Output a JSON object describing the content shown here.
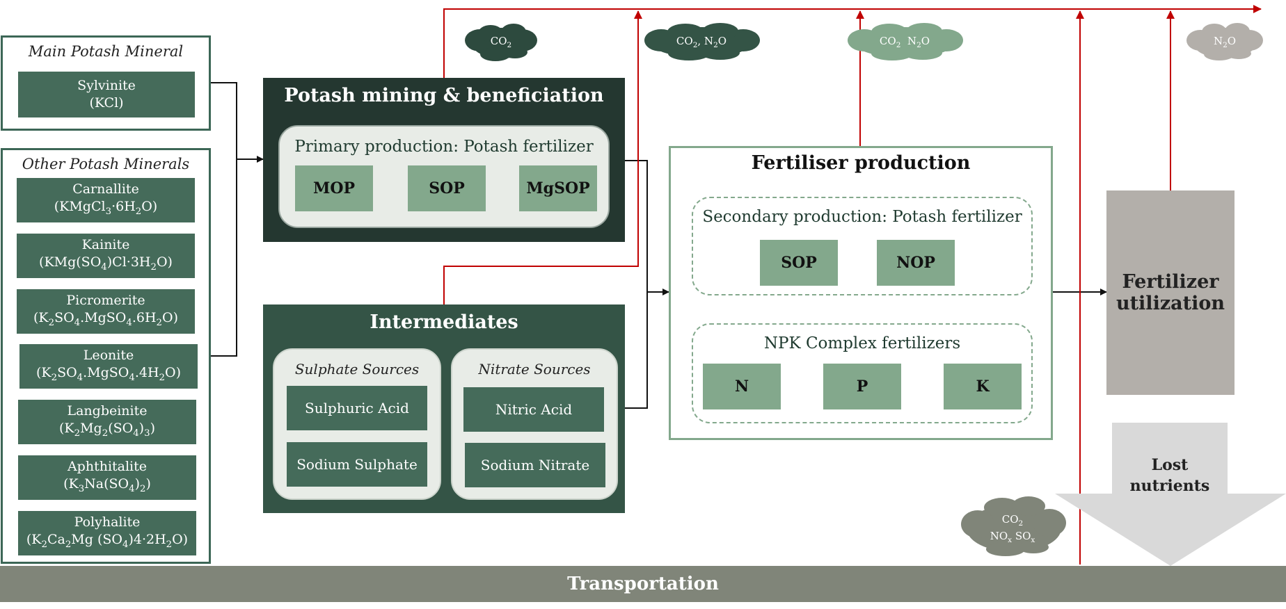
{
  "main_mineral": {
    "title": "Main Potash Mineral",
    "name": "Sylvinite",
    "formula": "(KCl)"
  },
  "other_minerals": {
    "title": "Other Potash Minerals",
    "items": [
      {
        "name": "Carnallite",
        "formula_html": "(KMgCl<sub>3</sub>·6H<sub>2</sub>O)"
      },
      {
        "name": "Kainite",
        "formula_html": "(KMg(SO<sub>4</sub>)Cl·3H<sub>2</sub>O)"
      },
      {
        "name": "Picromerite",
        "formula_html": "(K<sub>2</sub>SO<sub>4</sub>.MgSO<sub>4</sub>.6H<sub>2</sub>O)"
      },
      {
        "name": "Leonite",
        "formula_html": "(K<sub>2</sub>SO<sub>4</sub>.MgSO<sub>4</sub>.4H<sub>2</sub>O)"
      },
      {
        "name": "Langbeinite",
        "formula_html": "(K<sub>2</sub>Mg<sub>2</sub>(SO<sub>4</sub>)<sub>3</sub>)"
      },
      {
        "name": "Aphthitalite",
        "formula_html": "(K<sub>3</sub>Na(SO<sub>4</sub>)<sub>2</sub>)"
      },
      {
        "name": "Polyhalite",
        "formula_html": "(K<sub>2</sub>Ca<sub>2</sub>Mg (SO<sub>4</sub>)4·2H<sub>2</sub>O)"
      }
    ]
  },
  "mining": {
    "title": "Potash mining & beneficiation",
    "primary_title": "Primary production: Potash fertilizer",
    "products": [
      "MOP",
      "SOP",
      "MgSOP"
    ]
  },
  "intermediates": {
    "title": "Intermediates",
    "sulphate": {
      "title": "Sulphate Sources",
      "items": [
        "Sulphuric Acid",
        "Sodium Sulphate"
      ]
    },
    "nitrate": {
      "title": "Nitrate Sources",
      "items": [
        "Nitric Acid",
        "Sodium Nitrate"
      ]
    }
  },
  "fertiliser": {
    "title": "Fertiliser production",
    "secondary_title": "Secondary production: Potash fertilizer",
    "secondary_items": [
      "SOP",
      "NOP"
    ],
    "npk_title": "NPK Complex fertilizers",
    "npk_items": [
      "N",
      "P",
      "K"
    ]
  },
  "utilization": {
    "line1": "Fertilizer",
    "line2": "utilization"
  },
  "lost": {
    "line1": "Lost",
    "line2": "nutrients"
  },
  "transport": {
    "label": "Transportation"
  },
  "clouds": {
    "c1": "CO<sub>2</sub>",
    "c2": "CO<sub>2</sub>, N<sub>2</sub>O",
    "c3": "CO<sub>2</sub>&nbsp; N<sub>2</sub>O",
    "c4": "N<sub>2</sub>O",
    "c5": "CO<sub>2</sub><br>NO<sub>x</sub> SO<sub>x</sub>"
  },
  "colors": {
    "emission_line": "#c00000",
    "dark_green": "#243730",
    "mid_green": "#456b5a",
    "light_green": "#83a88c",
    "grey": "#b3afaa",
    "transport": "#808579"
  }
}
